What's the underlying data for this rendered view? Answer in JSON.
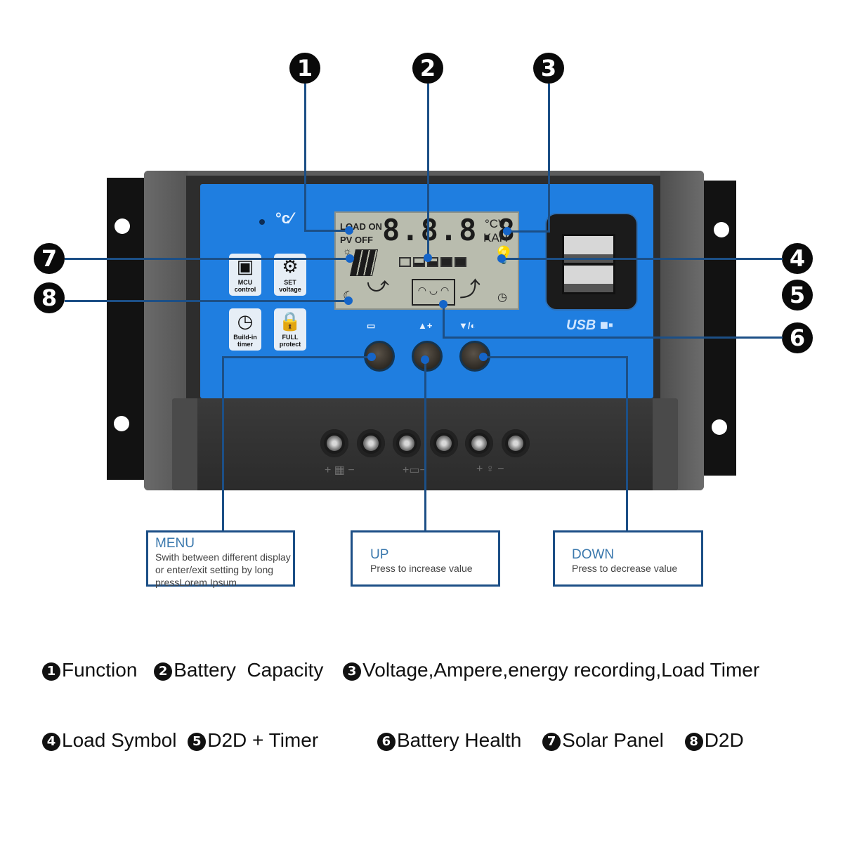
{
  "callouts": [
    {
      "n": "1",
      "label": "Function"
    },
    {
      "n": "2",
      "label": "Battery  Capacity"
    },
    {
      "n": "3",
      "label": "Voltage,Ampere,energy recording,Load Timer"
    },
    {
      "n": "4",
      "label": "Load Symbol"
    },
    {
      "n": "5",
      "label": "D2D + Timer"
    },
    {
      "n": "6",
      "label": "Battery Health"
    },
    {
      "n": "7",
      "label": "Solar Panel"
    },
    {
      "n": "8",
      "label": "D2D"
    }
  ],
  "device": {
    "lcd": {
      "load_on": "LOAD ON",
      "pv_off": "PV OFF",
      "digits": "8.8.8.8",
      "units_top": "°CV",
      "units_bottom": "KAH"
    },
    "temp_sensor_icon": "°C thermometer",
    "features": [
      {
        "icon": "chip-icon",
        "glyph": "▣",
        "line1": "MCU",
        "line2": "control"
      },
      {
        "icon": "gear-icon",
        "glyph": "⚙",
        "line1": "SET",
        "line2": "voltage"
      },
      {
        "icon": "clock-icon",
        "glyph": "◷",
        "line1": "Build-in",
        "line2": "timer"
      },
      {
        "icon": "lock-icon",
        "glyph": "🔒",
        "line1": "FULL",
        "line2": "protect"
      }
    ],
    "buttons": [
      {
        "name": "menu",
        "glyph": "▭"
      },
      {
        "name": "up",
        "glyph": "▲+"
      },
      {
        "name": "down",
        "glyph": "▼/◐"
      }
    ],
    "usb_label": "USB",
    "terminals": [
      "+ ▦ −",
      "+▭−",
      "+ ♀ −"
    ]
  },
  "info_boxes": [
    {
      "title": "MENU",
      "desc": "Swith between different display or enter/exit setting by long pressLorem Ipsum"
    },
    {
      "title": "UP",
      "desc": "Press to increase value"
    },
    {
      "title": "DOWN",
      "desc": "Press to decrease value"
    }
  ],
  "legend": {
    "row1": [
      "1",
      "2",
      "3"
    ],
    "row2": [
      "4",
      "5",
      "6",
      "7",
      "8"
    ]
  },
  "colors": {
    "panel_blue": "#1f7ee0",
    "callout_line": "#1c4f86",
    "info_title": "#3a78ad",
    "badge": "#0a0a0a"
  }
}
